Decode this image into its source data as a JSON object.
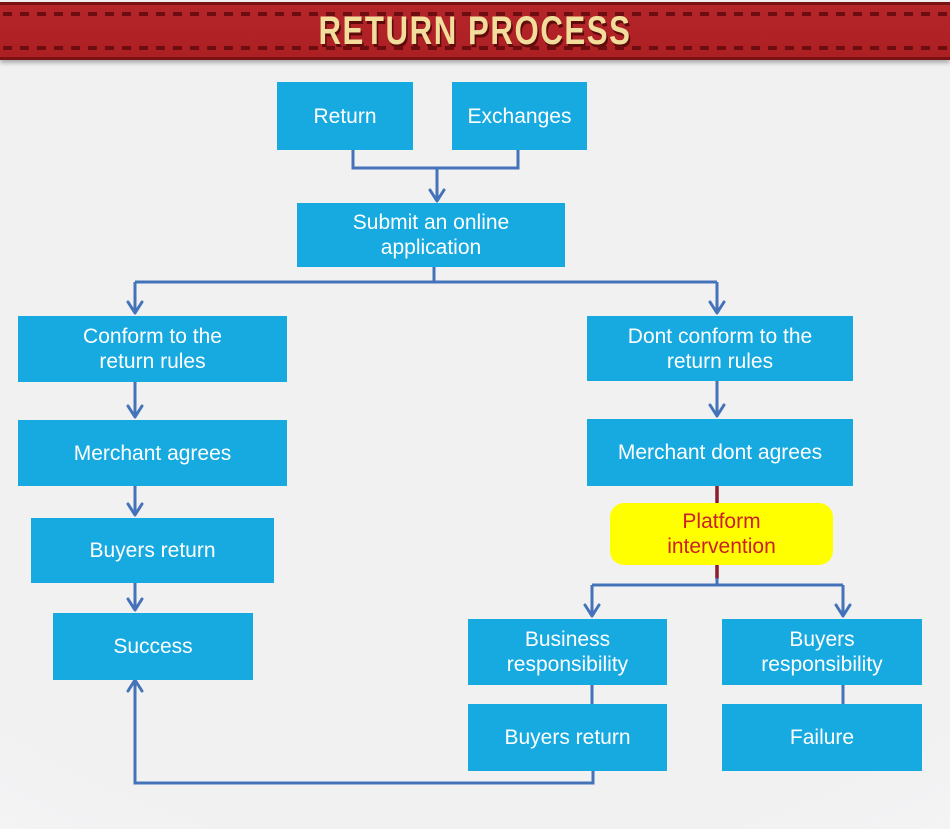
{
  "header": {
    "title": "RETURN PROCESS"
  },
  "colors": {
    "banner_red": "#b5262a",
    "banner_stitch": "#6e0d0f",
    "banner_text": "#f3dd9c",
    "node_cyan": "#16aae1",
    "node_text": "#ffffff",
    "connector_blue": "#4573b9",
    "connector_maroon": "#8e1d2c",
    "highlight_yellow": "#ffff00",
    "highlight_text_red": "#cb2026",
    "background": "#f1f1f2"
  },
  "flowchart": {
    "nodes": {
      "return": {
        "label": "Return"
      },
      "exchanges": {
        "label": "Exchanges"
      },
      "submit": {
        "label": "Submit an online\napplication"
      },
      "conform": {
        "label": "Conform to the\nreturn rules"
      },
      "dont_conform": {
        "label": "Dont conform to the\nreturn rules"
      },
      "merchant_agrees": {
        "label": "Merchant agrees"
      },
      "merchant_dont_agrees": {
        "label": "Merchant dont agrees"
      },
      "buyers_return_left": {
        "label": "Buyers return"
      },
      "platform_intervention": {
        "label": "Platform\nintervention"
      },
      "success": {
        "label": "Success"
      },
      "business_responsibility": {
        "label": "Business\nresponsibility"
      },
      "buyers_responsibility": {
        "label": "Buyers\nresponsibility"
      },
      "buyers_return_bottom": {
        "label": "Buyers return"
      },
      "failure": {
        "label": "Failure"
      }
    },
    "edges": [
      {
        "from": "return",
        "to": "submit"
      },
      {
        "from": "exchanges",
        "to": "submit"
      },
      {
        "from": "submit",
        "to": "conform"
      },
      {
        "from": "submit",
        "to": "dont_conform"
      },
      {
        "from": "conform",
        "to": "merchant_agrees"
      },
      {
        "from": "merchant_agrees",
        "to": "buyers_return_left"
      },
      {
        "from": "buyers_return_left",
        "to": "success"
      },
      {
        "from": "dont_conform",
        "to": "merchant_dont_agrees"
      },
      {
        "from": "merchant_dont_agrees",
        "to": "platform_intervention"
      },
      {
        "from": "platform_intervention",
        "to": "business_responsibility"
      },
      {
        "from": "platform_intervention",
        "to": "buyers_responsibility"
      },
      {
        "from": "business_responsibility",
        "to": "buyers_return_bottom"
      },
      {
        "from": "buyers_responsibility",
        "to": "failure"
      },
      {
        "from": "buyers_return_bottom",
        "to": "success"
      }
    ]
  }
}
